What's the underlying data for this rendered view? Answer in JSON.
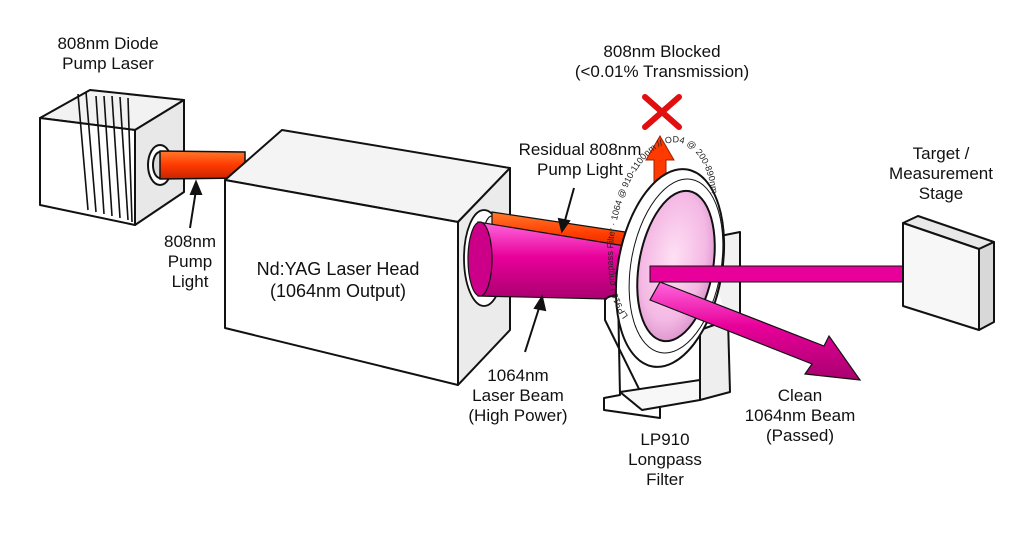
{
  "diagram": {
    "colors": {
      "pump_beam": "#ff3a00",
      "pump_beam_core": "#ff7a2a",
      "laser_beam": "#e8009a",
      "laser_beam_core": "#ff33cc",
      "blocked_x": "#e01010",
      "outline": "#111111"
    },
    "labels": {
      "diode_pump_laser": [
        "808nm Diode",
        "Pump Laser"
      ],
      "pump_light": [
        "808nm",
        "Pump",
        "Light"
      ],
      "laser_head": [
        "Nd:YAG Laser Head",
        "(1064nm Output)"
      ],
      "laser_beam": [
        "1064nm",
        "Laser Beam",
        "(High Power)"
      ],
      "residual_pump": [
        "Residual 808nm",
        "Pump Light"
      ],
      "blocked": [
        "808nm Blocked",
        "(<0.01% Transmission)"
      ],
      "filter": [
        "LP910",
        "Longpass",
        "Filter"
      ],
      "clean_beam": [
        "Clean",
        "1064nm Beam",
        "(Passed)"
      ],
      "target": [
        "Target /",
        "Measurement",
        "Stage"
      ]
    },
    "filter_ring_text": "LP910 Longpass Filter · 1064 @ 910-1100nm // OD4 @ 200-890nm",
    "icons": [
      "blocked-x-icon",
      "arrow-icon"
    ]
  }
}
